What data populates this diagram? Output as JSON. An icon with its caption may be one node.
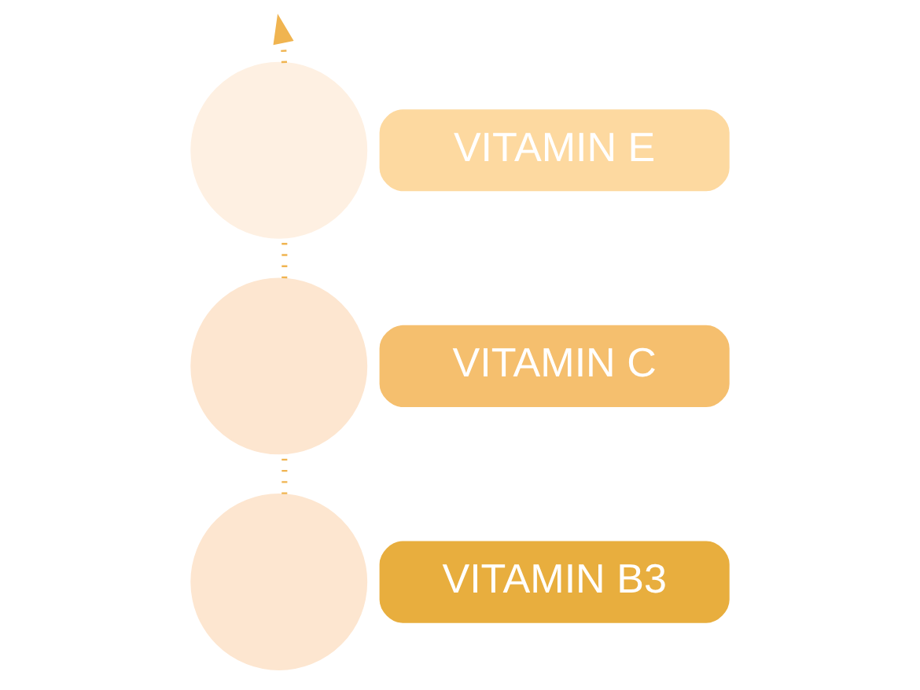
{
  "diagram": {
    "nodes": [
      {
        "text": [],
        "shape": "circle"
      },
      {
        "text": [
          "VITAMIN E"
        ]
      },
      {
        "text": [],
        "shape": "circle"
      },
      {
        "text": [
          "VITAMIN C"
        ]
      },
      {
        "text": [],
        "shape": "circle"
      },
      {
        "text": [
          "VITAMIN B3"
        ]
      }
    ],
    "edges": [
      {
        "from": 4,
        "to": 2,
        "arrow": "none",
        "style": "dashed"
      },
      {
        "from": 2,
        "to": 0,
        "arrow": "none",
        "style": "dashed"
      },
      {
        "from": 0,
        "to": null,
        "arrow": "to",
        "style": "dashed"
      }
    ]
  }
}
